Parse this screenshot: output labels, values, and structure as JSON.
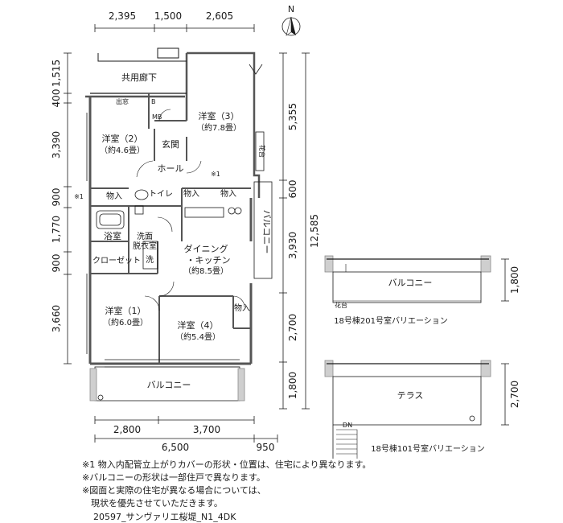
{
  "dimensions": {
    "top": [
      "2,395",
      "1,500",
      "2,605"
    ],
    "bottom_inner": [
      "2,800",
      "3,700"
    ],
    "bottom_outer": [
      "6,500",
      "950"
    ],
    "left": [
      "1,515",
      "400",
      "3,390",
      "900",
      "1,770",
      "900",
      "3,660"
    ],
    "right_inner": [
      "5,355",
      "600",
      "3,930",
      "2,700",
      "1,800"
    ],
    "right_total": "12,585",
    "variation_201_depth": "1,800",
    "variation_101_depth": "2,700"
  },
  "rooms": {
    "corridor": "共用廊下",
    "entry_storage": "出窓",
    "western_3": {
      "name": "洋室（3）",
      "area": "（約7.8畳）"
    },
    "western_2": {
      "name": "洋室（2）",
      "area": "（約4.6畳）"
    },
    "genkan": "玄関",
    "hall": "ホール",
    "toilet": "トイレ",
    "storage": "物入",
    "bath": "浴室",
    "washroom": "洗面\n脱衣室",
    "washroom_line1": "洗面",
    "washroom_line2": "脱衣室",
    "wash": "洗",
    "closet": "クローゼット",
    "dining": {
      "name": "ダイニング",
      "sub": "・キッチン",
      "area": "（約8.5畳）"
    },
    "western_1": {
      "name": "洋室（1）",
      "area": "（約6.0畳）"
    },
    "western_4": {
      "name": "洋室（4）",
      "area": "（約5.4畳）"
    },
    "balcony": "バルコニー",
    "side_balcony": "バルコニー",
    "planter": "花台",
    "mb": "MB",
    "b": "B",
    "asterisk": "※1",
    "dn": "DN"
  },
  "variations": {
    "v201": {
      "room": "バルコニー",
      "planter": "花台",
      "caption": "18号棟201号室バリエーション"
    },
    "v101": {
      "room": "テラス",
      "caption": "18号棟101号室バリエーション"
    }
  },
  "compass": "N",
  "notes": [
    "※1 物入内配管立上がりカバーの形状・位置は、住宅により異なります。",
    "※バルコニーの形状は一部住戸で異なります。",
    "※図面と実際の住宅が異なる場合については、",
    "　現状を優先させていただきます。"
  ],
  "plan_code": "20597_サンヴァリエ桜堤_N1_4DK",
  "colors": {
    "line": "#1a1a1a",
    "wall": "#8a8a8a",
    "wall_fill": "#cfcfcf",
    "paper": "#ffffff"
  }
}
